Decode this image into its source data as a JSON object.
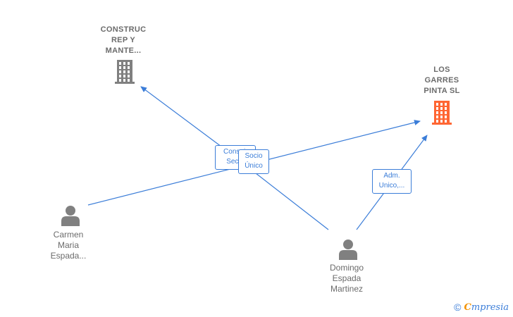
{
  "nodes": {
    "construc": {
      "label_lines": [
        "CONSTRUC",
        "REP Y",
        "MANTE..."
      ],
      "kind": "company",
      "color": "#808080",
      "icon": "building-icon"
    },
    "los_garres": {
      "label_lines": [
        "LOS",
        "GARRES",
        "PINTA SL"
      ],
      "kind": "company",
      "color": "#ff6633",
      "icon": "building-icon"
    },
    "carmen": {
      "label_lines": [
        "Carmen",
        "Maria",
        "Espada..."
      ],
      "kind": "person",
      "color": "#808080",
      "icon": "person-icon"
    },
    "domingo": {
      "label_lines": [
        "Domingo",
        "Espada",
        "Martinez"
      ],
      "kind": "person",
      "color": "#808080",
      "icon": "person-icon"
    }
  },
  "edges": [
    {
      "from": "domingo",
      "to": "construc",
      "label_lines": [
        "Consej.",
        "Sec..."
      ]
    },
    {
      "from": "carmen",
      "to": "los_garres",
      "label_lines": [
        "Socio",
        "Único"
      ]
    },
    {
      "from": "domingo",
      "to": "los_garres",
      "label_lines": [
        "Adm.",
        "Unico,..."
      ]
    }
  ],
  "colors": {
    "edge": "#3b7dd8",
    "company_primary": "#ff6633",
    "company_other": "#808080",
    "person": "#808080"
  },
  "watermark": {
    "copyright": "©",
    "brand_first": "C",
    "brand_rest": "mpresia"
  }
}
